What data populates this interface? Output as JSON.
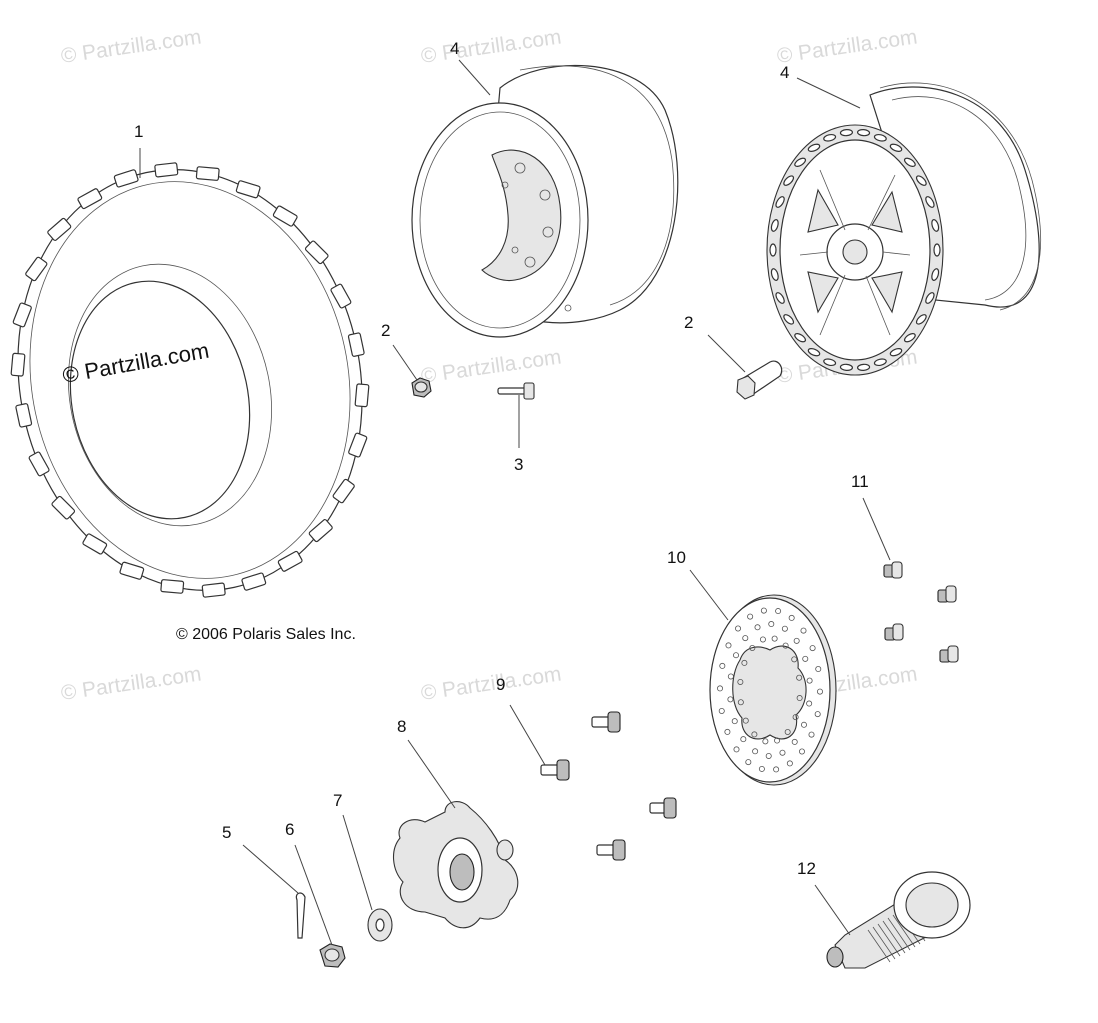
{
  "watermark": "© Partzilla.com",
  "watermark_prominent": "© Partzilla.com",
  "copyright": "© 2006 Polaris Sales Inc.",
  "callouts": {
    "c1": "1",
    "c2a": "2",
    "c2b": "2",
    "c3": "3",
    "c4a": "4",
    "c4b": "4",
    "c5": "5",
    "c6": "6",
    "c7": "7",
    "c8": "8",
    "c9": "9",
    "c10": "10",
    "c11": "11",
    "c12": "12"
  },
  "parts": [
    {
      "id": "1",
      "name": "tire"
    },
    {
      "id": "2",
      "name": "lug nut"
    },
    {
      "id": "3",
      "name": "wheel stud"
    },
    {
      "id": "4",
      "name": "wheel rim"
    },
    {
      "id": "5",
      "name": "cotter pin"
    },
    {
      "id": "6",
      "name": "castle nut"
    },
    {
      "id": "7",
      "name": "washer"
    },
    {
      "id": "8",
      "name": "wheel hub"
    },
    {
      "id": "9",
      "name": "hub bolt"
    },
    {
      "id": "10",
      "name": "brake disc"
    },
    {
      "id": "11",
      "name": "disc screw"
    },
    {
      "id": "12",
      "name": "axle shaft"
    }
  ]
}
